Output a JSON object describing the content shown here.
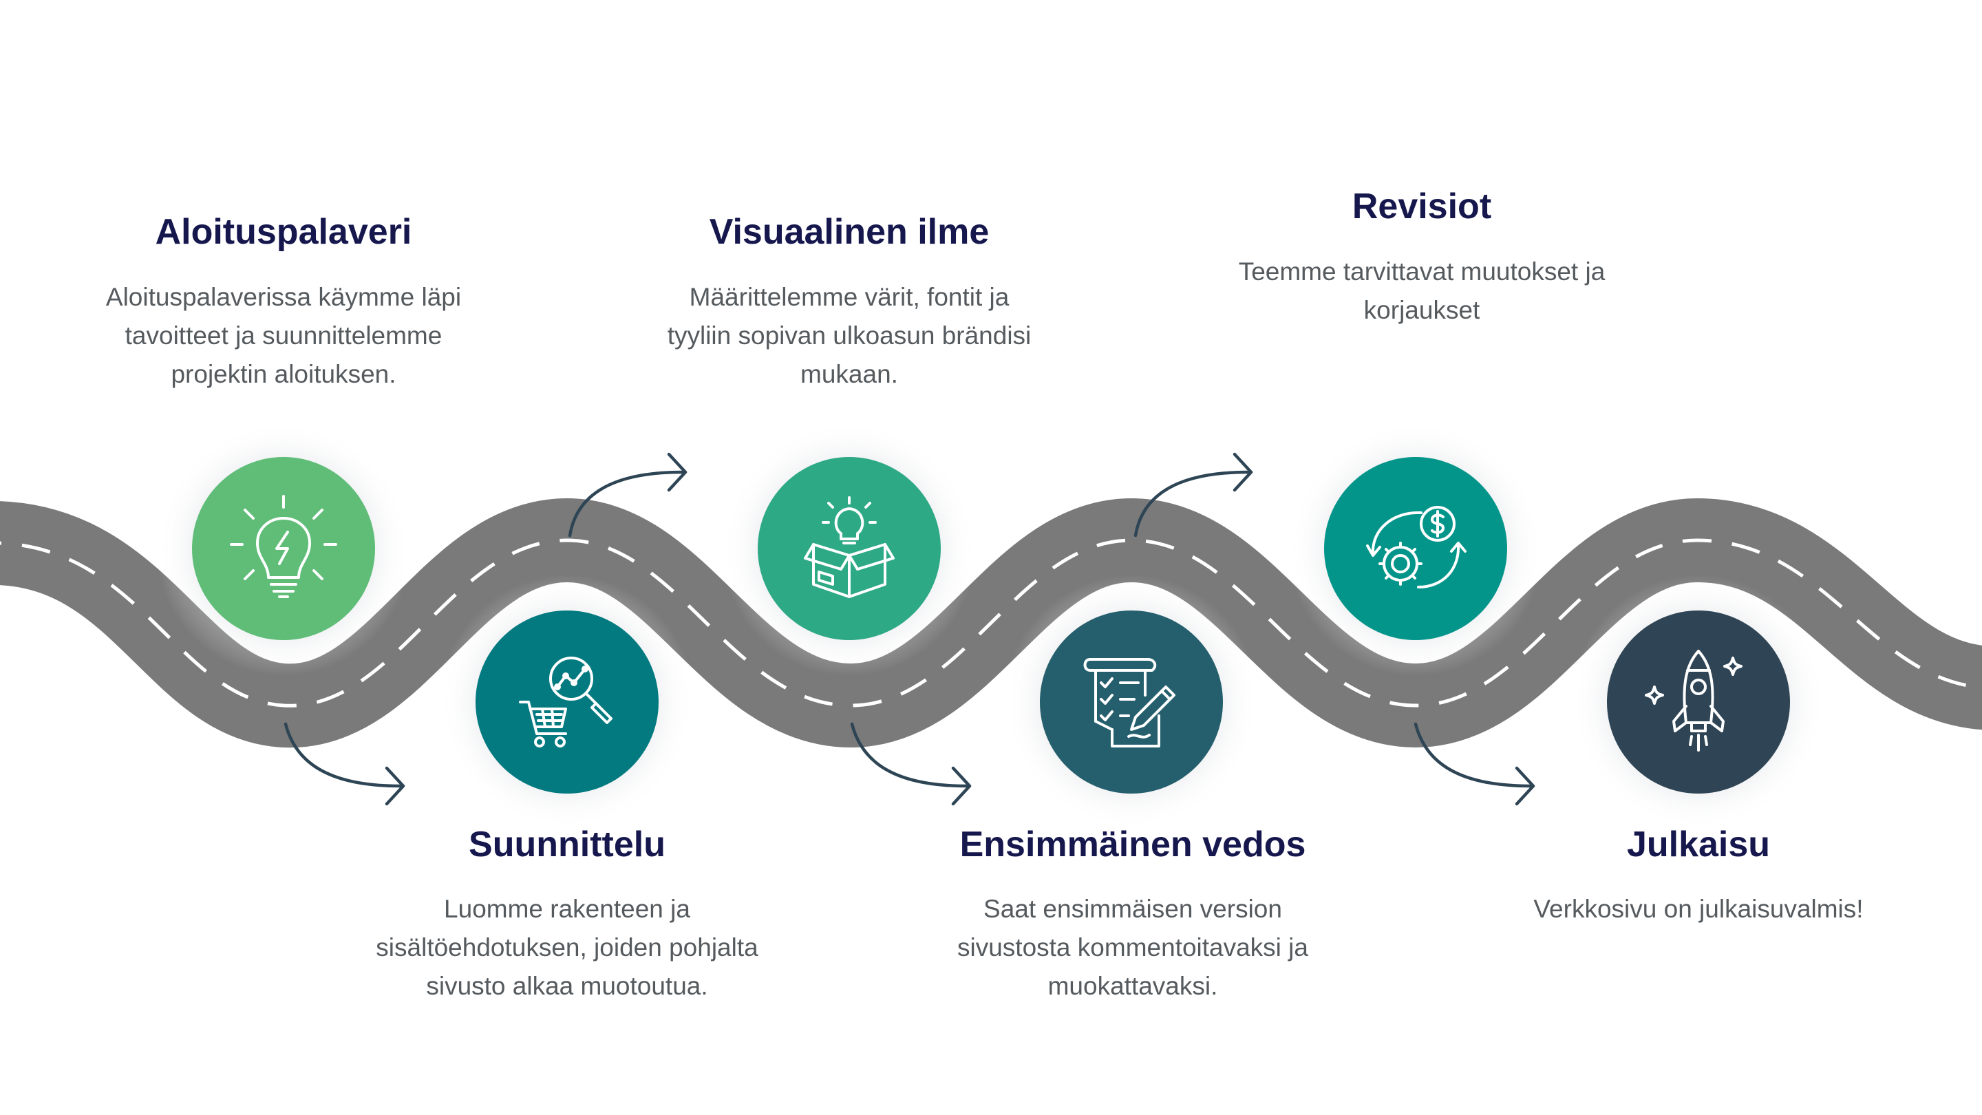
{
  "colors": {
    "road": "#7a7a7a",
    "road_dash": "#ffffff",
    "arrow": "#2e4555",
    "title": "#15174d",
    "text": "#555a5e"
  },
  "steps": [
    {
      "title": "Aloituspalaveri",
      "description": "Aloituspalaverissa käymme läpi tavoitteet ja suunnittelemme projektin aloituksen.",
      "icon": "lightbulb-icon",
      "color": "#5fbd78"
    },
    {
      "title": "Suunnittelu",
      "description": "Luomme rakenteen ja sisältöehdotuksen, joiden pohjalta sivusto alkaa muotoutua.",
      "icon": "shopping-cart-analytics-icon",
      "color": "#027a80"
    },
    {
      "title": "Visuaalinen ilme",
      "description": "Määrittelemme värit, fontit ja tyyliin sopivan ulkoasun brändisi mukaan.",
      "icon": "idea-box-icon",
      "color": "#2ea985"
    },
    {
      "title": "Ensimmäinen vedos",
      "description": "Saat ensimmäisen version sivustosta kommentoitavaksi ja muokattavaksi.",
      "icon": "checklist-pen-icon",
      "color": "#255f6d"
    },
    {
      "title": "Revisiot",
      "description": "Teemme tarvittavat muutokset ja korjaukset",
      "icon": "gear-money-cycle-icon",
      "color": "#04958a"
    },
    {
      "title": "Julkaisu",
      "description": "Verkkosivu on julkaisuvalmis!",
      "icon": "rocket-icon",
      "color": "#2f4555"
    }
  ]
}
